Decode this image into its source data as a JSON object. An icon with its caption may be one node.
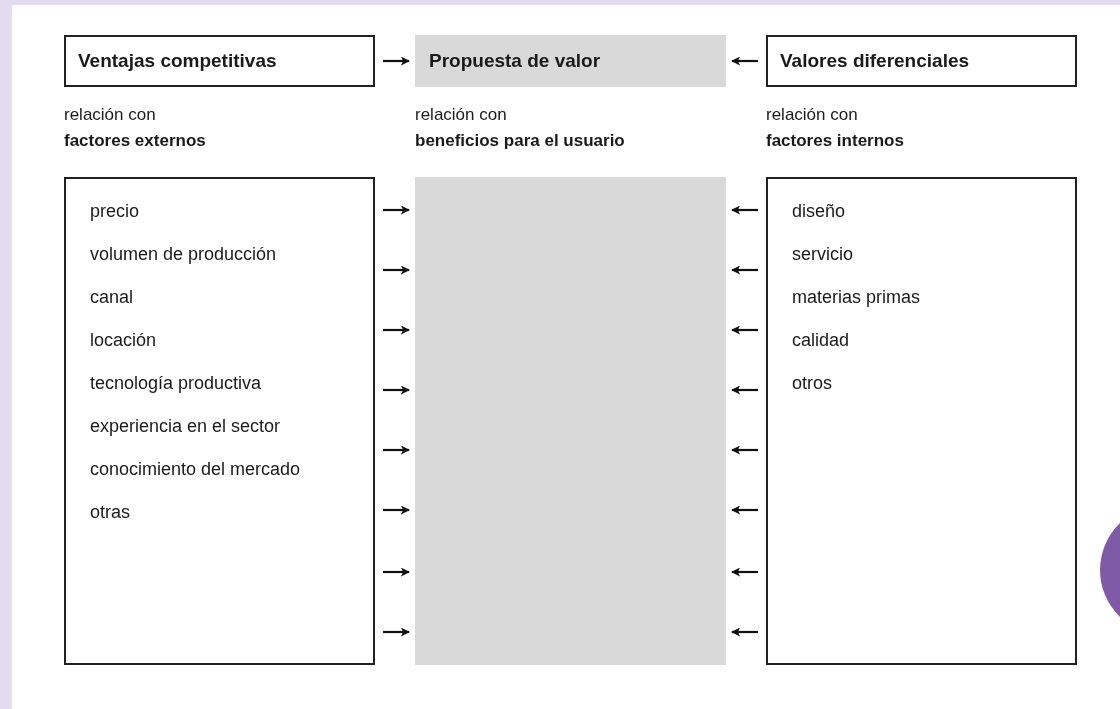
{
  "diagram": {
    "nodes": [
      {
        "text": [
          "Ventajas competitivas"
        ]
      },
      {
        "text": [
          "Propuesta de valor"
        ]
      },
      {
        "text": [
          "Valores diferenciales"
        ]
      },
      {
        "text": [
          "precio",
          "volumen de producción",
          "canal",
          "locación",
          "tecnología productiva",
          "experiencia en el sector",
          "conocimiento del mercado",
          "otras"
        ]
      },
      {
        "text": [],
        "shape": "box"
      },
      {
        "text": [
          "diseño",
          "servicio",
          "materias primas",
          "calidad",
          "otros"
        ]
      }
    ],
    "edges": [
      {
        "from": 0,
        "to": 1,
        "arrow": "to"
      },
      {
        "from": 2,
        "to": 1,
        "arrow": "to"
      },
      {
        "from": 3,
        "to": 4,
        "arrow": "to"
      },
      {
        "from": 3,
        "to": 4,
        "arrow": "to"
      },
      {
        "from": 3,
        "to": 4,
        "arrow": "to"
      },
      {
        "from": 3,
        "to": 4,
        "arrow": "to"
      },
      {
        "from": 3,
        "to": 4,
        "arrow": "to"
      },
      {
        "from": 3,
        "to": 4,
        "arrow": "to"
      },
      {
        "from": 3,
        "to": 4,
        "arrow": "to"
      },
      {
        "from": 3,
        "to": 4,
        "arrow": "to"
      },
      {
        "from": 5,
        "to": 4,
        "arrow": "to"
      },
      {
        "from": 5,
        "to": 4,
        "arrow": "to"
      },
      {
        "from": 5,
        "to": 4,
        "arrow": "to"
      },
      {
        "from": 5,
        "to": 4,
        "arrow": "to"
      },
      {
        "from": 5,
        "to": 4,
        "arrow": "to"
      },
      {
        "from": 5,
        "to": 4,
        "arrow": "to"
      },
      {
        "from": 5,
        "to": 4,
        "arrow": "to"
      },
      {
        "from": 5,
        "to": 4,
        "arrow": "to"
      }
    ],
    "labels": [
      "relación con",
      "factores externos",
      "relación con",
      "beneficios para el usuario",
      "relación con",
      "factores internos"
    ]
  }
}
